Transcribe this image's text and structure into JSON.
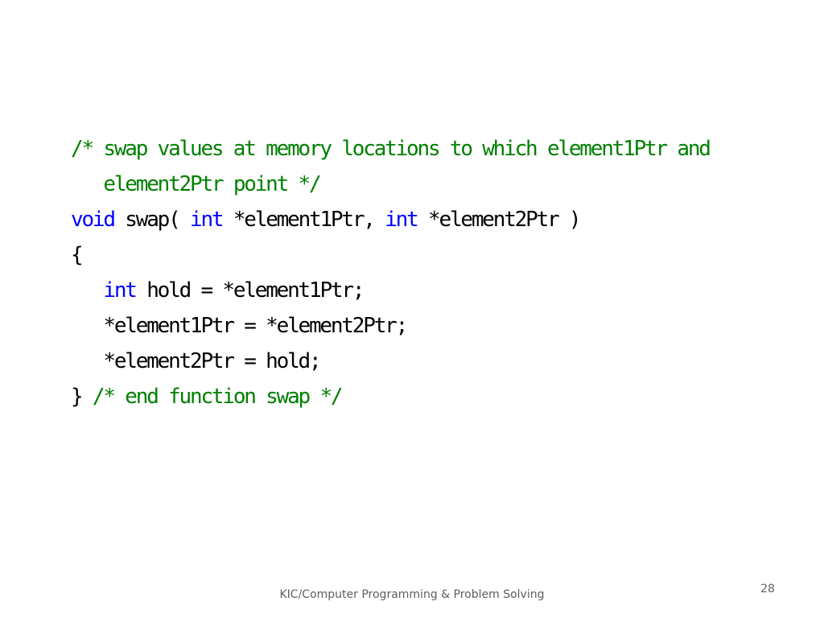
{
  "code": {
    "lines": [
      [
        {
          "text": "/* swap values at memory locations to which element1Ptr and",
          "kind": "comment"
        }
      ],
      [
        {
          "text": "   ",
          "kind": "plain"
        },
        {
          "text": "element2Ptr point */",
          "kind": "comment"
        }
      ],
      [
        {
          "text": "void",
          "kind": "keyword"
        },
        {
          "text": " swap( ",
          "kind": "plain"
        },
        {
          "text": "int",
          "kind": "keyword"
        },
        {
          "text": " *element1Ptr, ",
          "kind": "plain"
        },
        {
          "text": "int",
          "kind": "keyword"
        },
        {
          "text": " *element2Ptr )",
          "kind": "plain"
        }
      ],
      [
        {
          "text": "{",
          "kind": "plain"
        }
      ],
      [
        {
          "text": "   ",
          "kind": "plain"
        },
        {
          "text": "int",
          "kind": "keyword"
        },
        {
          "text": " hold = *element1Ptr;",
          "kind": "plain"
        }
      ],
      [
        {
          "text": "   *element1Ptr = *element2Ptr;",
          "kind": "plain"
        }
      ],
      [
        {
          "text": "   *element2Ptr = hold;",
          "kind": "plain"
        }
      ],
      [
        {
          "text": "} ",
          "kind": "plain"
        },
        {
          "text": "/* end function swap */",
          "kind": "comment"
        }
      ]
    ]
  },
  "footer": {
    "text": "KIC/Computer Programming & Problem Solving",
    "page_number": "28"
  },
  "colors": {
    "comment": "#008000",
    "keyword": "#0000ff",
    "plain": "#000000",
    "footer_text": "#5f5f5f",
    "background": "#ffffff"
  }
}
